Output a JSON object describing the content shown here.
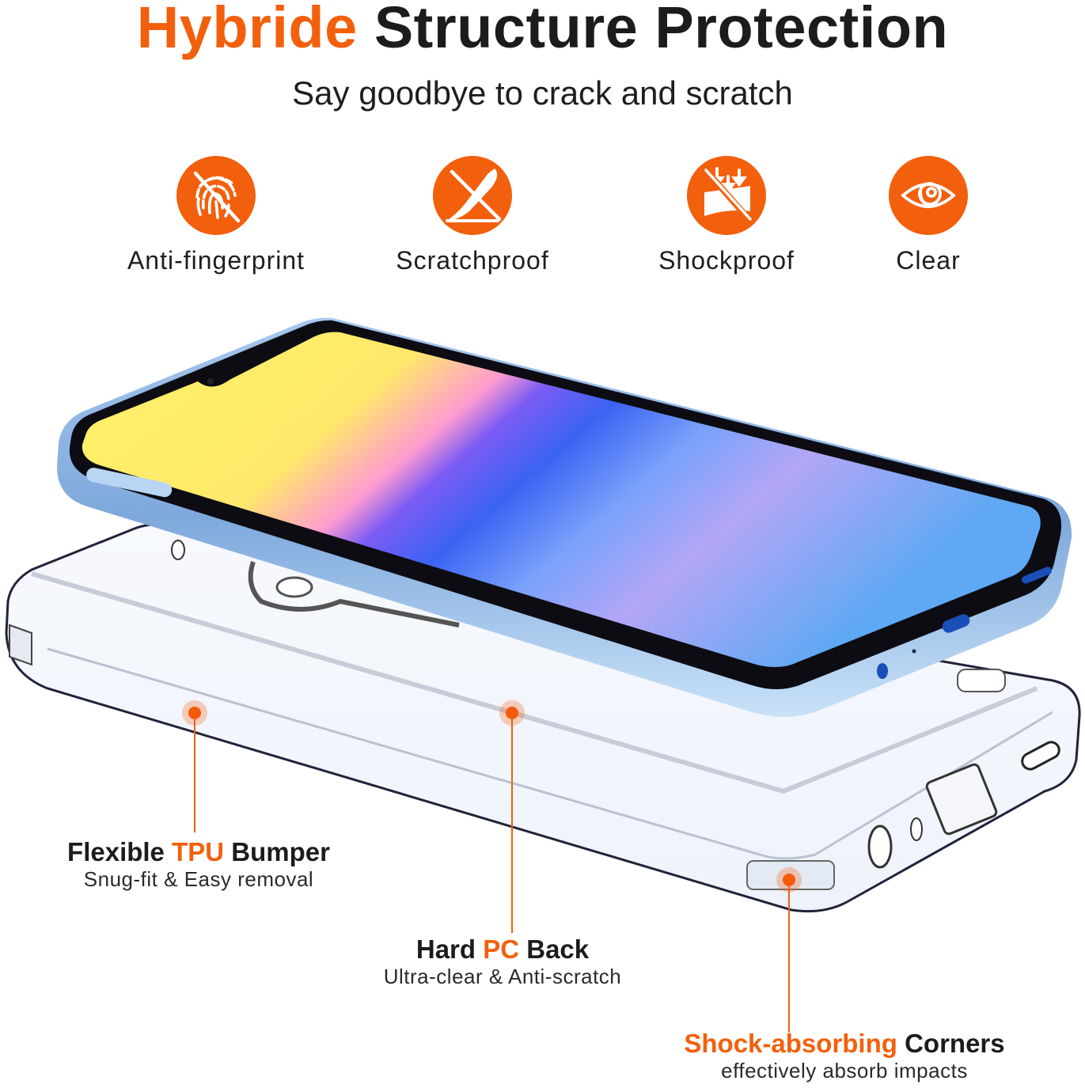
{
  "header": {
    "title_accent": "Hybride",
    "title_rest": "Structure Protection",
    "subtitle": "Say goodbye to crack and scratch"
  },
  "features": [
    {
      "label": "Anti-fingerprint",
      "icon": "no-fingerprint-icon"
    },
    {
      "label": "Scratchproof",
      "icon": "knife-scratch-icon"
    },
    {
      "label": "Shockproof",
      "icon": "impact-arrows-icon"
    },
    {
      "label": "Clear",
      "icon": "eye-icon"
    }
  ],
  "callouts": {
    "bumper": {
      "pre": "Flexible ",
      "accent": "TPU",
      "post": " Bumper",
      "sub": "Snug-fit & Easy removal"
    },
    "back": {
      "pre": "Hard ",
      "accent": "PC",
      "post": " Back",
      "sub": "Ultra-clear & Anti-scratch"
    },
    "corners": {
      "accent": "Shock-absorbing",
      "post": " Corners",
      "sub": "effectively absorb impacts"
    }
  },
  "colors": {
    "accent": "#f2600d",
    "text": "#1c1c1c",
    "phone_frame": "#8fb6e2",
    "screen_yellow": "#fff066",
    "screen_blue": "#3f73f0"
  }
}
